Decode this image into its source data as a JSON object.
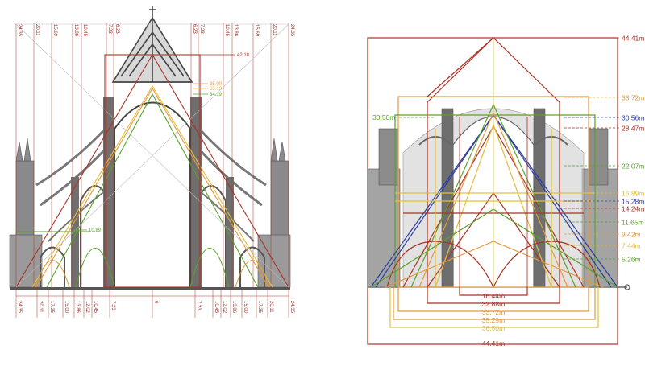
{
  "left_drawing": {
    "top_labels": [
      "24.35",
      "20.11",
      "15.69",
      "13.86",
      "10.45",
      "7.23",
      "6.23",
      "6.23",
      "7.23",
      "10.45",
      "13.86",
      "15.69",
      "20.11",
      "24.35"
    ],
    "bottom_labels": [
      "24.35",
      "20.11",
      "17.25",
      "15.00",
      "13.86",
      "12.02",
      "10.45",
      "7.23",
      "0",
      "7.23",
      "10.45",
      "12.02",
      "13.86",
      "15.00",
      "17.25",
      "20.11",
      "24.35"
    ],
    "height_labels": [
      {
        "text": "42.18",
        "color": "#a93226"
      },
      {
        "text": "35.00",
        "color": "#e39a3d"
      },
      {
        "text": "35.13",
        "color": "#e0c040"
      },
      {
        "text": "34.19",
        "color": "#5aa02c"
      },
      {
        "text": "10.89",
        "color": "#5aa02c"
      }
    ]
  },
  "right_drawing": {
    "right_labels": [
      {
        "text": "44.41m",
        "color": "#a93226"
      },
      {
        "text": "33.72m",
        "color": "#e39a3d"
      },
      {
        "text": "30.56m",
        "color": "#2c3e9e"
      },
      {
        "text": "28.47m",
        "color": "#a93226"
      },
      {
        "text": "22.07m",
        "color": "#5aa02c"
      },
      {
        "text": "16.89m",
        "color": "#e0c040"
      },
      {
        "text": "15.28m",
        "color": "#2c3e9e"
      },
      {
        "text": "14.24m",
        "color": "#a93226"
      },
      {
        "text": "11.65m",
        "color": "#5aa02c"
      },
      {
        "text": "9.42m",
        "color": "#e39a3d"
      },
      {
        "text": "7.44m",
        "color": "#e0c040"
      },
      {
        "text": "5.26m",
        "color": "#5aa02c"
      }
    ],
    "left_label": {
      "text": "30.50m",
      "color": "#5aa02c"
    },
    "bottom_labels": [
      {
        "text": "16.44m",
        "color": "#a93226"
      },
      {
        "text": "32.88m",
        "color": "#a93226"
      },
      {
        "text": "33.72m",
        "color": "#e39a3d"
      },
      {
        "text": "35.29m",
        "color": "#e39a3d"
      },
      {
        "text": "36.50m",
        "color": "#e0c040"
      },
      {
        "text": "44.41m",
        "color": "#a93226"
      }
    ]
  },
  "colors": {
    "red": "#a93226",
    "orange": "#e39a3d",
    "yellow": "#e0c040",
    "green": "#5aa02c",
    "blue": "#2c3e9e",
    "stone": "#7a7a7a"
  }
}
